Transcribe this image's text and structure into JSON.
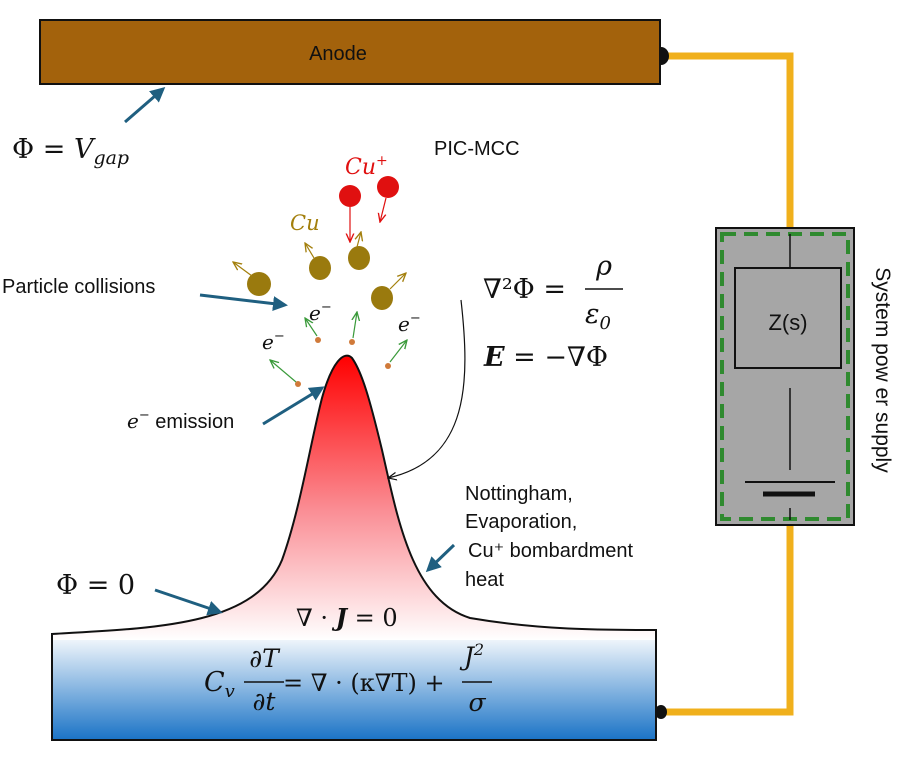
{
  "anode": {
    "label": "Anode",
    "fill": "#a3620c"
  },
  "wire_color": "#f0b01c",
  "arrow_color": "#1f5f80",
  "labels": {
    "phi_vgap_lhs": "Φ = ",
    "phi_vgap_V": "V",
    "phi_vgap_sub": "gap",
    "pic_mcc": "PIC-MCC",
    "cu_plus": "Cu",
    "cu_plus_sup": "+",
    "cu": "Cu",
    "particle_collisions": "Particle collisions",
    "electron_left": "e",
    "electron_left_sup": "−",
    "electron_mid": "e",
    "electron_mid_sup": "−",
    "electron_right": "e",
    "electron_right_sup": "−",
    "emission_e": "e",
    "emission_sup": "−",
    "emission_text": " emission",
    "phi_zero": "Φ = 0",
    "heat_line1": "Nottingham,",
    "heat_line2": "Evaporation,",
    "heat_line3": "Cu⁺ bombardment",
    "heat_line4": "heat",
    "div_j_lhs": "∇ · ",
    "div_j_J": "J",
    "div_j_rhs": " = 0",
    "poisson_lhs": "∇²Φ = ",
    "poisson_num": "ρ",
    "poisson_den": "ε",
    "poisson_den_sub": "0",
    "efield_E": "E",
    "efield_rhs": " = −∇Φ",
    "heat_C": "C",
    "heat_v": "v",
    "heat_num": "∂T",
    "heat_den": "∂t",
    "heat_mid": " = ∇ · (κ∇T) + ",
    "heat_J": "J",
    "heat_J_sup": "2",
    "heat_sigma": "σ"
  },
  "power_supply": {
    "impedance_label": "Z(s)",
    "side_label": "System pow er supply",
    "box_fill": "#a6a6a6",
    "dash_color": "#2f8a2f"
  },
  "colors": {
    "cu_ion": "#e01010",
    "cu_atom": "#a37f0c",
    "electron": "#d07a3a",
    "emitter_top": "#ff0000",
    "cathode_top": "#ffffff",
    "cathode_bottom": "#1a73c6"
  }
}
